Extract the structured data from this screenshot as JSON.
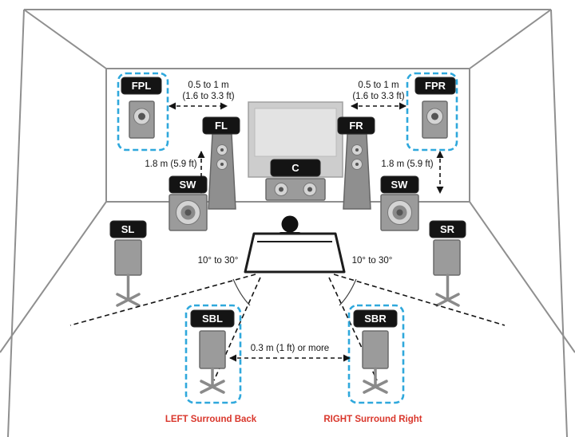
{
  "colors": {
    "highlight_blue": "#2fa8dc",
    "caption_red": "#d9362b",
    "label_bg": "#141414",
    "label_text": "#ffffff",
    "room_line": "#8f8f8f",
    "speaker_gray": "#9b9b9b"
  },
  "speakers": {
    "fpl": "FPL",
    "fpr": "FPR",
    "fl": "FL",
    "fr": "FR",
    "center": "C",
    "sw_left": "SW",
    "sw_right": "SW",
    "sl": "SL",
    "sr": "SR",
    "sbl": "SBL",
    "sbr": "SBR"
  },
  "measurements": {
    "presence_offset_left_l1": "0.5 to 1 m",
    "presence_offset_left_l2": "(1.6 to 3.3 ft)",
    "presence_offset_right_l1": "0.5 to 1 m",
    "presence_offset_right_l2": "(1.6 to 3.3 ft)",
    "presence_height_left": "1.8 m (5.9 ft)",
    "presence_height_right": "1.8 m (5.9 ft)",
    "surround_angle_left": "10° to 30°",
    "surround_angle_right": "10° to 30°",
    "surround_back_spacing": "0.3 m (1 ft) or more"
  },
  "captions": {
    "surround_back_left": "LEFT Surround Back",
    "surround_back_right": "RIGHT Surround Right"
  }
}
